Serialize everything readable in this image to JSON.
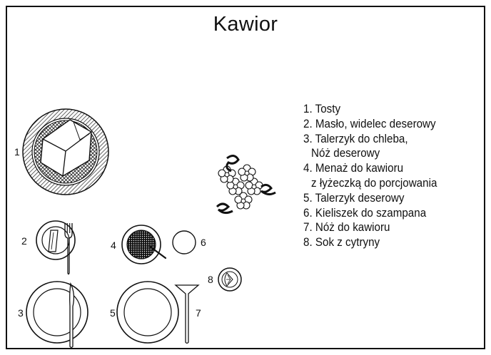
{
  "title": "Kawior",
  "legend": [
    {
      "line": "1. Tosty"
    },
    {
      "line": "2. Masło, widelec deserowy"
    },
    {
      "line": "3. Talerzyk do chleba,"
    },
    {
      "line": "Nóż deserowy",
      "cont": true
    },
    {
      "line": "4. Menaż do kawioru"
    },
    {
      "line": "z łyżeczką do porcjowania",
      "cont": true
    },
    {
      "line": "5. Talerzyk deserowy"
    },
    {
      "line": "6. Kieliszek do szampana"
    },
    {
      "line": "7. Nóż do kawioru"
    },
    {
      "line": "8. Sok z cytryny"
    }
  ],
  "markers": {
    "m1": "1",
    "m2": "2",
    "m3": "3",
    "m4": "4",
    "m5": "5",
    "m6": "6",
    "m7": "7",
    "m8": "8"
  }
}
